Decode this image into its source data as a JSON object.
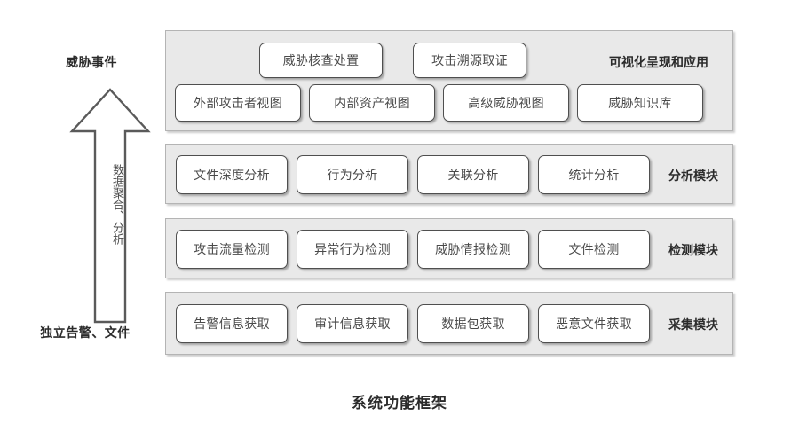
{
  "caption": "系统功能框架",
  "flow": {
    "top_label": "威胁事件",
    "bottom_label": "独立告警、文件",
    "arrow_text": "数据聚合、分析",
    "arrow_icon": "up-arrow-icon",
    "direction": "up"
  },
  "layers": [
    {
      "id": "visualization",
      "label": "可视化呈现和应用",
      "top_row": [
        {
          "label": "威胁核查处置"
        },
        {
          "label": "攻击溯源取证"
        }
      ],
      "bottom_row": [
        {
          "label": "外部攻击者视图"
        },
        {
          "label": "内部资产视图"
        },
        {
          "label": "高级威胁视图"
        },
        {
          "label": "威胁知识库"
        }
      ]
    },
    {
      "id": "analysis",
      "label": "分析模块",
      "items": [
        {
          "label": "文件深度分析"
        },
        {
          "label": "行为分析"
        },
        {
          "label": "关联分析"
        },
        {
          "label": "统计分析"
        }
      ]
    },
    {
      "id": "detection",
      "label": "检测模块",
      "items": [
        {
          "label": "攻击流量检测"
        },
        {
          "label": "异常行为检测"
        },
        {
          "label": "威胁情报检测"
        },
        {
          "label": "文件检测"
        }
      ]
    },
    {
      "id": "collection",
      "label": "采集模块",
      "items": [
        {
          "label": "告警信息获取"
        },
        {
          "label": "审计信息获取"
        },
        {
          "label": "数据包获取"
        },
        {
          "label": "恶意文件获取"
        }
      ]
    }
  ],
  "colors": {
    "panel_fill": "#e9e9e9",
    "panel_border": "#b4b4b4",
    "node_fill": "#ffffff",
    "node_border": "#4f4f4f",
    "text": "#4a4a4a",
    "label_text": "#2b2b2b",
    "background": "#ffffff"
  }
}
